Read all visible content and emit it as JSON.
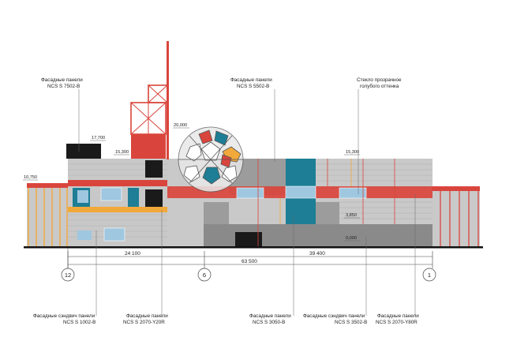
{
  "annotations": {
    "top_left": {
      "line1": "Фасадные панели",
      "line2": "NCS S 7502-B"
    },
    "top_middle": {
      "line1": "Фасадные панели",
      "line2": "NCS S 5502-B"
    },
    "top_right": {
      "line1": "Стекло прозрачное",
      "line2": "голубого оттенка"
    },
    "bottom": [
      {
        "line1": "Фасадные сэндвич панели",
        "line2": "NCS S 1002-B"
      },
      {
        "line1": "Фасадные панели",
        "line2": "NCS S 2070-Y20R"
      },
      {
        "line1": "Фасадные панели",
        "line2": "NCS S 3050-B"
      },
      {
        "line1": "Фасадные сэндвич панели",
        "line2": "NCS S 3502-B"
      },
      {
        "line1": "Фасадные панели",
        "line2": "NCS S 2070-Y80R"
      }
    ]
  },
  "levels": {
    "tower_top": "20,000",
    "left_block": "17,700",
    "left_roof": "15,300",
    "right_roof": "15,300",
    "left_wing": "10,750",
    "mid": "3,850",
    "ground": "0,000"
  },
  "dimensions": {
    "left_span": "24 100",
    "right_span": "39 400",
    "total": "63 500"
  },
  "axes": [
    "12",
    "6",
    "1"
  ],
  "colors": {
    "grey_light": "#c8c8c8",
    "grey_mid": "#9c9c9c",
    "grey_dark": "#7d7d7d",
    "red": "#d9453c",
    "orange": "#f2a93b",
    "teal": "#1d7e95",
    "black": "#1a1a1a",
    "glass": "#9fc7e0"
  }
}
